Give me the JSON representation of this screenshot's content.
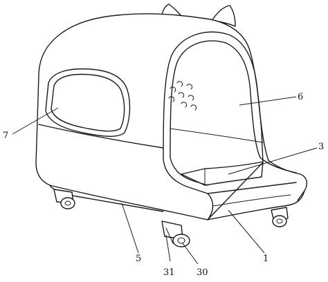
{
  "figure": {
    "callouts": [
      {
        "id": "c7",
        "text": "7"
      },
      {
        "id": "c6",
        "text": "6"
      },
      {
        "id": "c3",
        "text": "3"
      },
      {
        "id": "c5",
        "text": "5"
      },
      {
        "id": "c1",
        "text": "1"
      },
      {
        "id": "c31",
        "text": "31"
      },
      {
        "id": "c30",
        "text": "30"
      }
    ]
  }
}
